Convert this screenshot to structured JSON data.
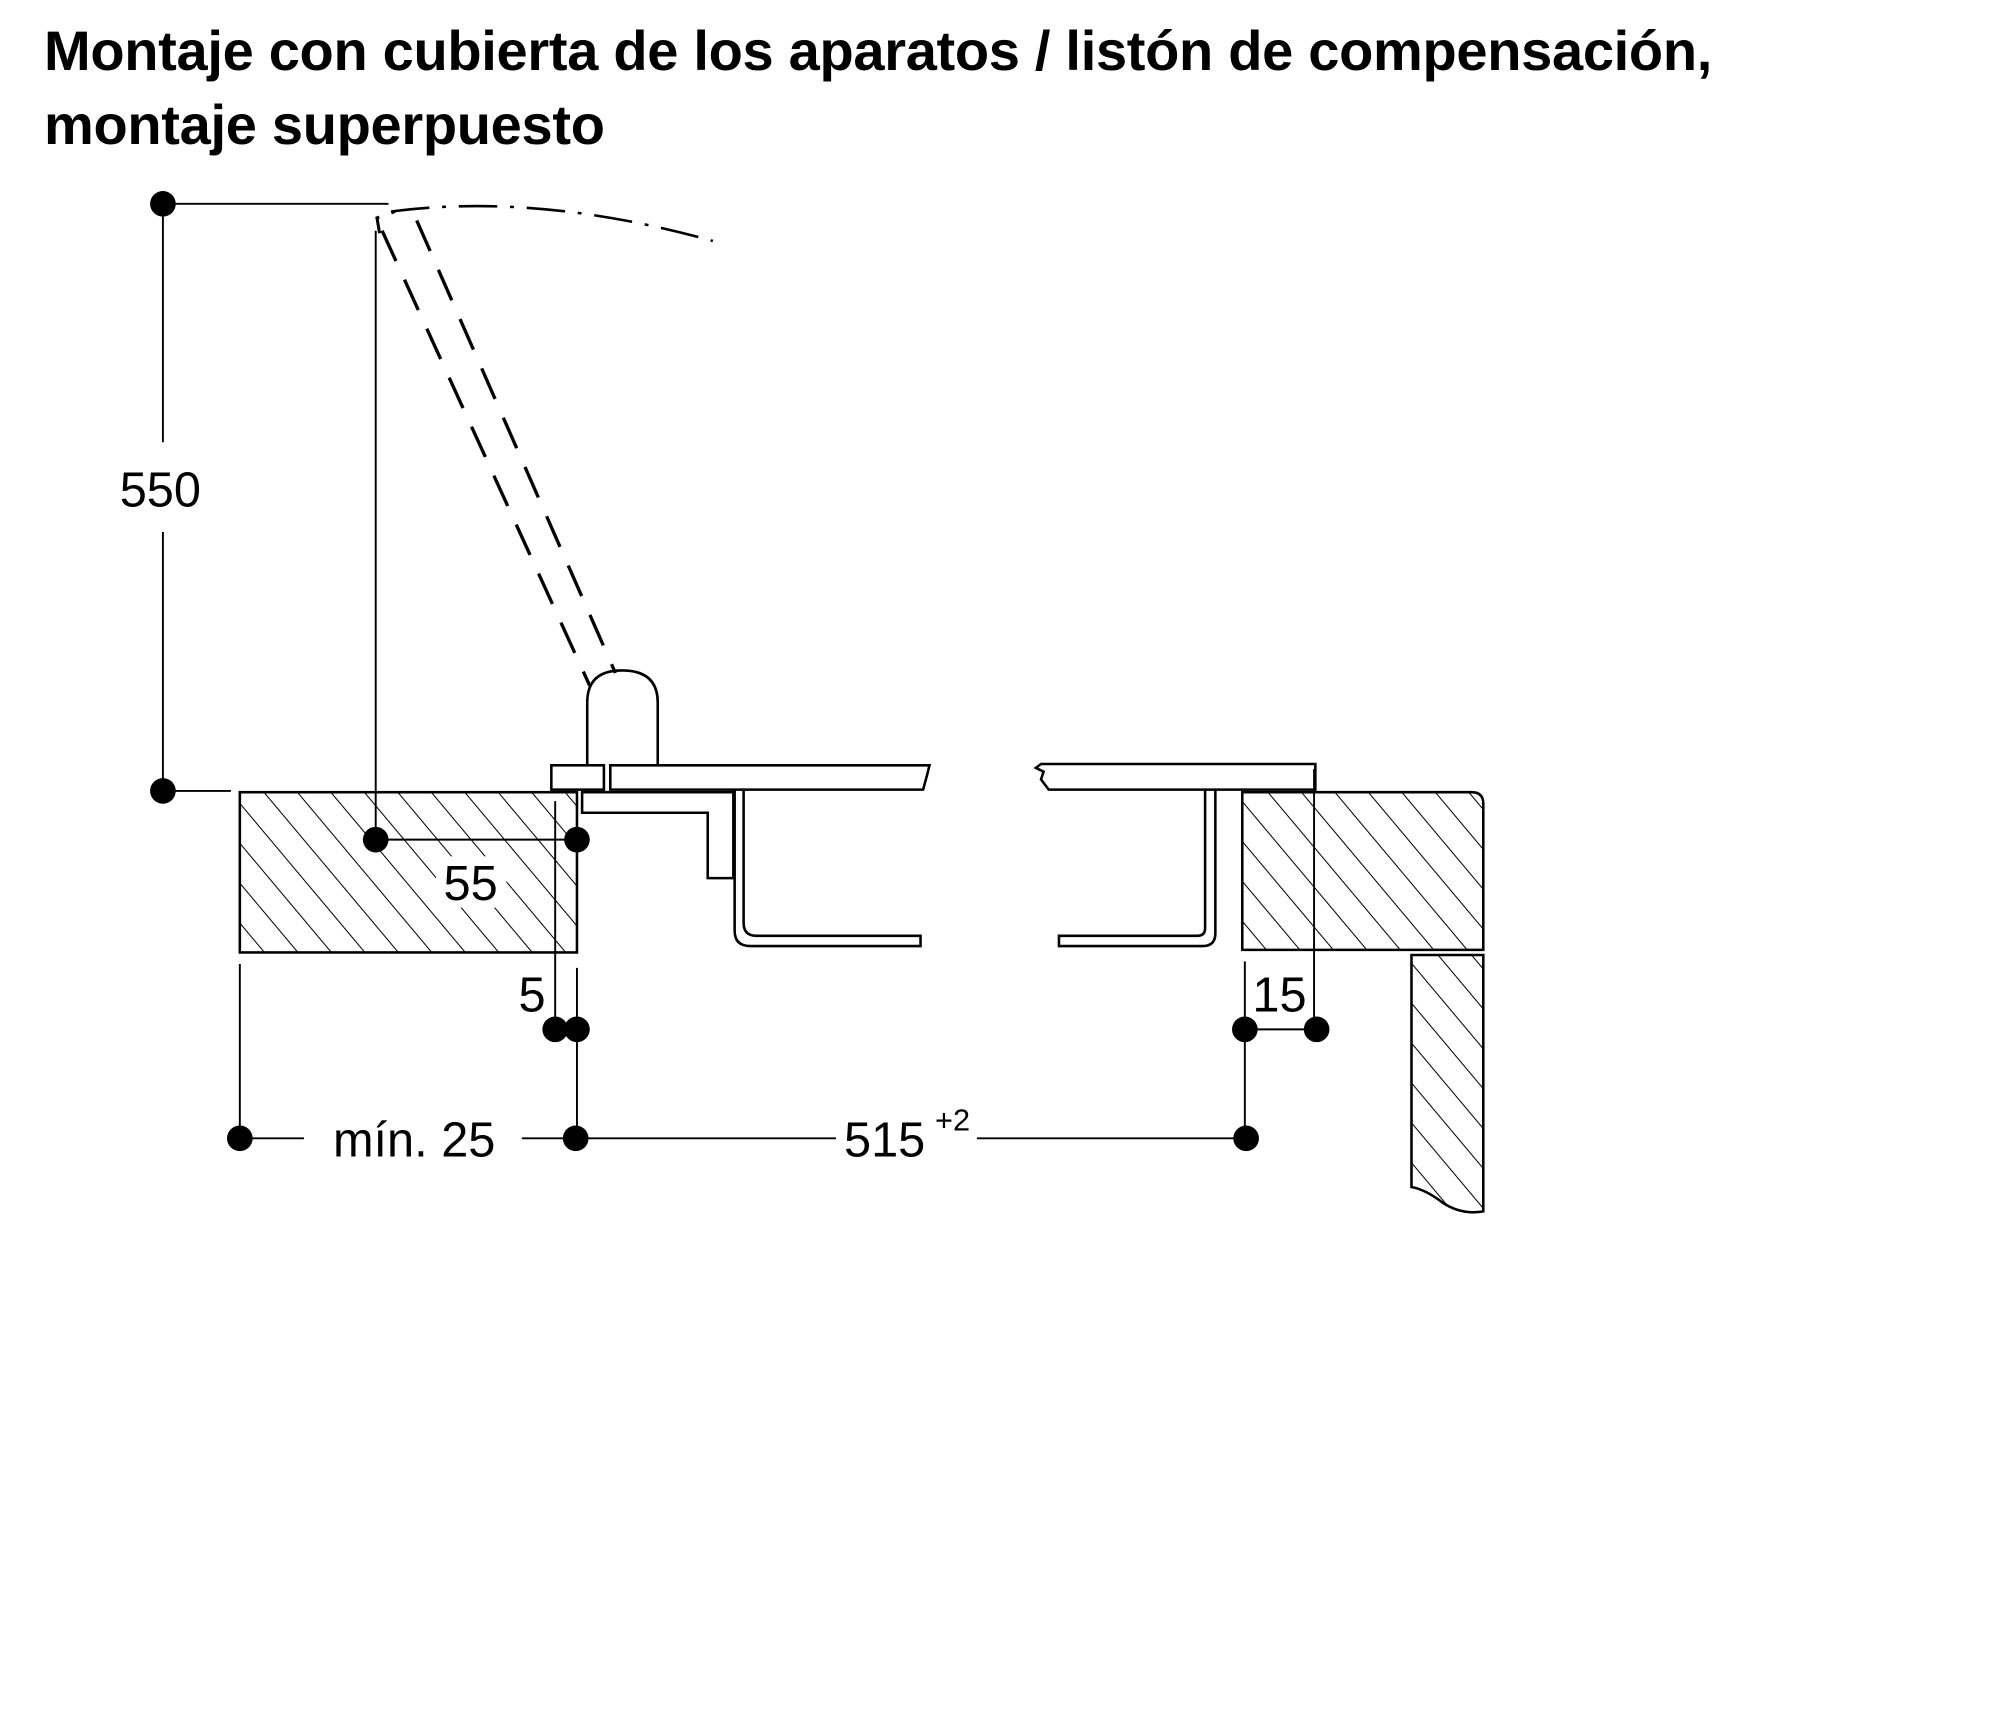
{
  "title": {
    "line1": "Montaje con cubierta de los aparatos / listón de compensación,",
    "line2": "montaje superpuesto"
  },
  "dimensions": {
    "height_open": "550",
    "depth_front": "55",
    "gap_small": "5",
    "overlap_right": "15",
    "min_front": "mín. 25",
    "cutout_width": "515",
    "cutout_tolerance": "+2"
  },
  "colors": {
    "line": "#000000",
    "background": "#ffffff"
  }
}
